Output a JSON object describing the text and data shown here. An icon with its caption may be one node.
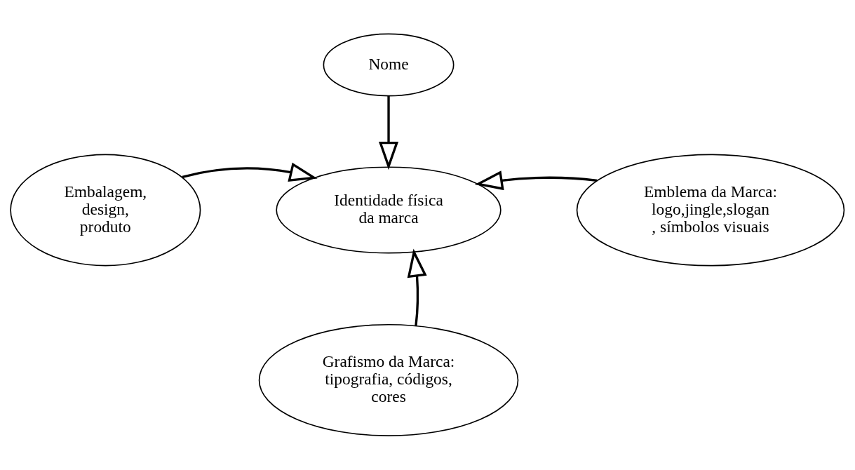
{
  "diagram": {
    "nodes": [
      {
        "text": [
          "Nome"
        ]
      },
      {
        "text": [
          "Embalagem, design, produto"
        ]
      },
      {
        "text": [
          "Identidade física da marca"
        ]
      },
      {
        "text": [
          "Emblema da Marca: logo,jingle,slogan, símbolos visuais"
        ]
      },
      {
        "text": [
          "Grafismo da Marca: tipografia, códigos, cores"
        ]
      }
    ],
    "edges": [
      {
        "from": 0,
        "to": 2,
        "arrow": "to"
      },
      {
        "from": 1,
        "to": 2,
        "arrow": "to"
      },
      {
        "from": 3,
        "to": 2,
        "arrow": "to"
      },
      {
        "from": 4,
        "to": 2,
        "arrow": "to"
      }
    ]
  }
}
